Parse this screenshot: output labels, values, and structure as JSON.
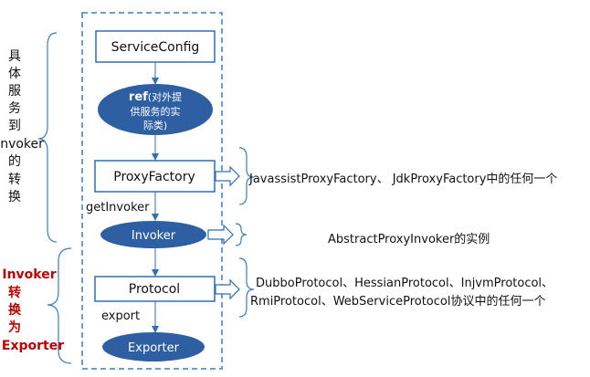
{
  "colors": {
    "box_stroke": "#2f6fb3",
    "ellipse_fill": "#2e5fa3",
    "dashed_frame": "#3b7dc4",
    "arrow": "#2f6fb3",
    "brace": "#3b7dc4",
    "red_label": "#c00000"
  },
  "nodes": {
    "service_config": "ServiceConfig",
    "ref_bold": "ref",
    "ref_line1": "(对外提",
    "ref_line2": "供服务的实",
    "ref_line3": "际类)",
    "proxy_factory": "ProxyFactory",
    "invoker": "Invoker",
    "protocol": "Protocol",
    "exporter": "Exporter"
  },
  "edges": {
    "get_invoker": "getInvoker",
    "export": "export"
  },
  "left_labels": {
    "top": [
      "具",
      "体",
      "服",
      "务",
      "到",
      "Invoker",
      "的",
      "转",
      "换"
    ],
    "bottom": [
      "Invoker",
      "转",
      "换",
      "为",
      "Exporter"
    ]
  },
  "right_labels": {
    "proxy_factory_impl": "JavassistProxyFactory、 JdkProxyFactory中的任何一个",
    "invoker_impl": "AbstractProxyInvoker的实例",
    "protocol_impl_line1": "DubboProtocol、HessianProtocol、InjvmProtocol、",
    "protocol_impl_line2": "RmiProtocol、WebServiceProtocol协议中的任何一个"
  }
}
